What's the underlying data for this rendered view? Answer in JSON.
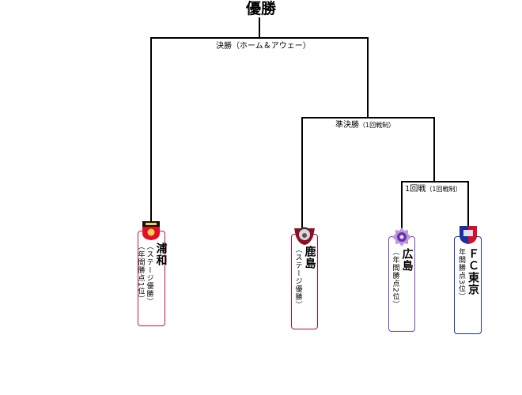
{
  "title": "優勝",
  "stages": {
    "final": "決勝（ホーム＆アウェー）",
    "semi_label": "準決勝",
    "semi_note": "（1回戦制）",
    "first_label": "1回戦",
    "first_note": "（1回戦制）"
  },
  "teams": [
    {
      "name": "浦和",
      "note": "（ステージ優勝）",
      "color": "#d0103a",
      "emblem": "urawa-crest-icon"
    },
    {
      "name": "鹿島",
      "note": "（ステージ優勝）",
      "color": "#b01030",
      "emblem": "kashima-crest-icon"
    },
    {
      "name": "広島",
      "note": "（年間勝点2位）",
      "color": "#7b3fbf",
      "emblem": "hiroshima-crest-icon"
    },
    {
      "name": "ＦＣ東京",
      "note": "年間勝点3位）",
      "color": "#1a2fa0",
      "emblem": "fc-tokyo-crest-icon"
    }
  ],
  "urawa_note_open": "（年間勝点1位）"
}
